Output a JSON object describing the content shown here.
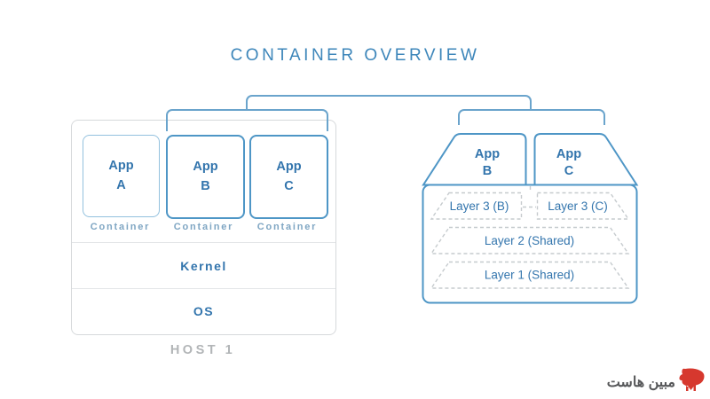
{
  "title": "CONTAINER OVERVIEW",
  "left_host": {
    "containers": [
      {
        "line1": "App",
        "line2": "A",
        "caption": "Container"
      },
      {
        "line1": "App",
        "line2": "B",
        "caption": "Container"
      },
      {
        "line1": "App",
        "line2": "C",
        "caption": "Container"
      }
    ],
    "kernel_label": "Kernel",
    "os_label": "OS",
    "host_label": "HOST 1"
  },
  "right_stack": {
    "app_b": {
      "line1": "App",
      "line2": "B"
    },
    "app_c": {
      "line1": "App",
      "line2": "C"
    },
    "layers": {
      "layer3_b": "Layer 3 (B)",
      "layer3_c": "Layer 3 (C)",
      "layer2": "Layer 2 (Shared)",
      "layer1": "Layer 1 (Shared)"
    }
  },
  "branding": {
    "logo_text": "مبین هاست"
  },
  "colors": {
    "accent_blue": "#4e96c6",
    "light_blue_border": "#93c1de",
    "bracket_blue": "#6aa4cc",
    "text_blue": "#3375ad",
    "caption_blue": "#7fa6c3",
    "host_border_gray": "#d6d9db",
    "dashed_gray": "#c6cbce",
    "host_label_gray": "#b2b5b7",
    "logo_red": "#d6382e",
    "brand_text_gray": "#57585a"
  }
}
